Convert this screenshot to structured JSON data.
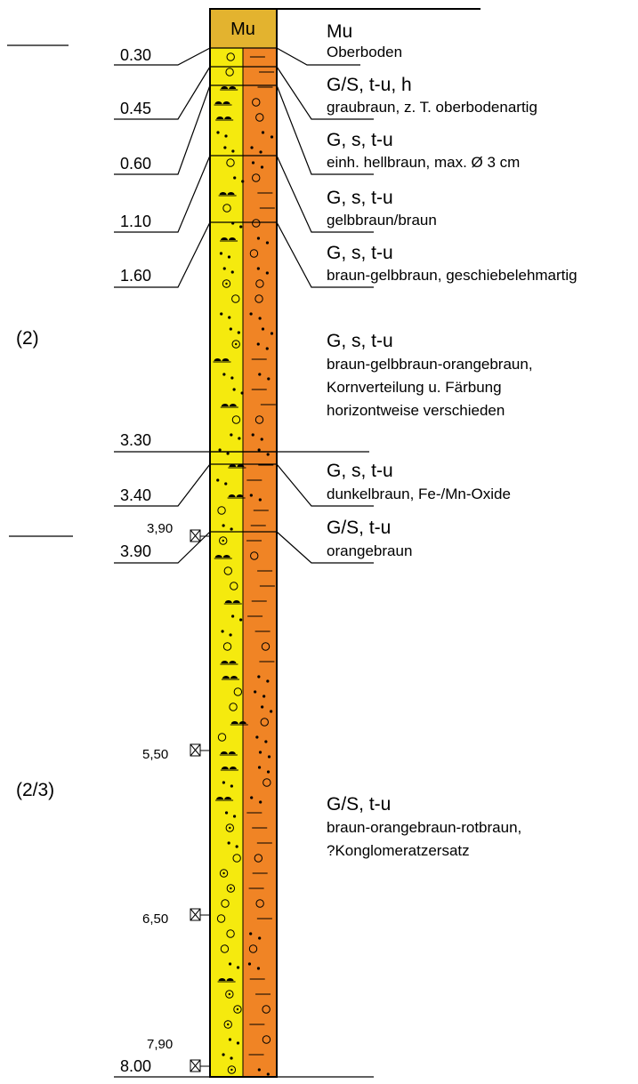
{
  "header_code": "Mu",
  "colors": {
    "left_column": "#f5ea0e",
    "right_column": "#f08425",
    "header_fill": "#e3b32f",
    "line": "#000000"
  },
  "stratigraphy": [
    "(2)",
    "(2/3)"
  ],
  "layers": [
    {
      "depth": "0.30",
      "code": "Mu",
      "description": [
        "Oberboden"
      ]
    },
    {
      "depth": "0.45",
      "code": "G/S, t-u, h",
      "description": [
        "graubraun, z. T. oberbodenartig"
      ]
    },
    {
      "depth": "0.60",
      "code": "G, s, t-u",
      "description": [
        "einh. hellbraun, max. Ø 3 cm"
      ]
    },
    {
      "depth": "1.10",
      "code": "G, s, t-u",
      "description": [
        "gelbbraun/braun"
      ]
    },
    {
      "depth": "1.60",
      "code": "G, s, t-u",
      "description": [
        "braun-gelbbraun, geschiebelehmartig"
      ]
    },
    {
      "depth": "3.30",
      "code": "G, s, t-u",
      "description": [
        "braun-gelbbraun-orangebraun,",
        "Kornverteilung u. Färbung",
        "horizontweise verschieden"
      ]
    },
    {
      "depth": "3.40",
      "code": "G, s, t-u",
      "description": [
        "dunkelbraun, Fe-/Mn-Oxide"
      ]
    },
    {
      "depth": "3.90",
      "code": "G/S, t-u",
      "description": [
        "orangebraun"
      ]
    },
    {
      "depth": "8.00",
      "code": "G/S, t-u",
      "description": [
        "braun-orangebraun-rotbraun,",
        "?Konglomeratzersatz"
      ]
    }
  ],
  "samples": [
    "3,90",
    "5,50",
    "6,50",
    "7,90"
  ]
}
